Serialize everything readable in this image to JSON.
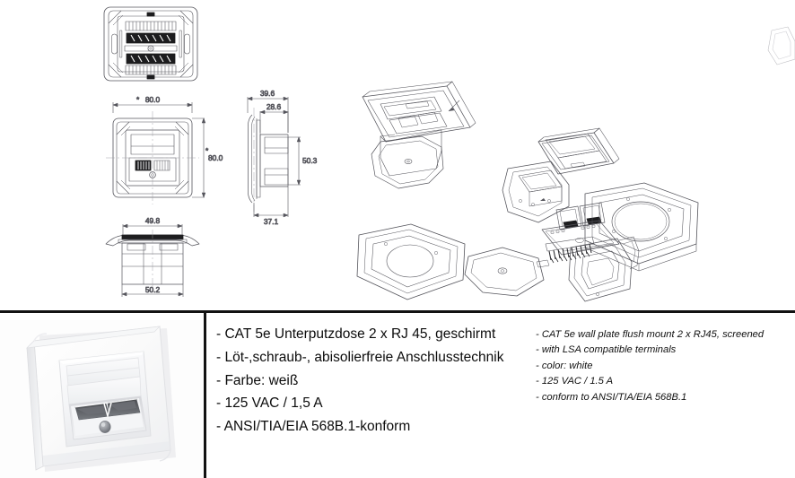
{
  "document": {
    "type": "product-datasheet",
    "product_name": "CAT 5e Unterputzdose 2 x RJ 45, geschirmt"
  },
  "drawings": {
    "views": [
      {
        "name": "internal-terminal-view",
        "label": ""
      },
      {
        "name": "front-view",
        "label": ""
      },
      {
        "name": "side-view",
        "label": ""
      },
      {
        "name": "bottom-view",
        "label": ""
      },
      {
        "name": "isometric-assembled-view",
        "label": ""
      },
      {
        "name": "exploded-parts-view",
        "label": ""
      }
    ],
    "dimensions": {
      "front_width": "80.0",
      "front_height": "80.0",
      "side_depth_outer": "39.6",
      "side_depth_inner": "28.6",
      "side_height": "50.3",
      "side_base": "37.1",
      "bottom_inner_width": "49.8",
      "bottom_outer_width": "50.2"
    },
    "line_color": "#55555c",
    "background": "#ffffff"
  },
  "photo": {
    "name": "product-photo-wall-plate",
    "alt": "White flush mount wall plate with label field, two RJ45 ports and shutter",
    "body_color": "#f4f4f4",
    "shadow_color": "#d9dadd",
    "port_color": "#5a5c60"
  },
  "specs_de": {
    "language": "de",
    "lines": [
      "- CAT 5e Unterputzdose 2 x RJ 45, geschirmt",
      "- Löt-,schraub-, abisolierfreie Anschlusstechnik",
      "- Farbe: weiß",
      "- 125 VAC / 1,5 A",
      "- ANSI/TIA/EIA 568B.1-konform"
    ]
  },
  "specs_en": {
    "language": "en",
    "lines": [
      "- CAT 5e wall plate flush mount 2 x RJ45, screened",
      "- with LSA compatible terminals",
      "- color: white",
      "- 125 VAC / 1.5 A",
      "- conform to ANSI/TIA/EIA 568B.1"
    ]
  },
  "colors": {
    "divider": "#111111",
    "text": "#0b0b0b",
    "page_background": "#ffffff"
  }
}
